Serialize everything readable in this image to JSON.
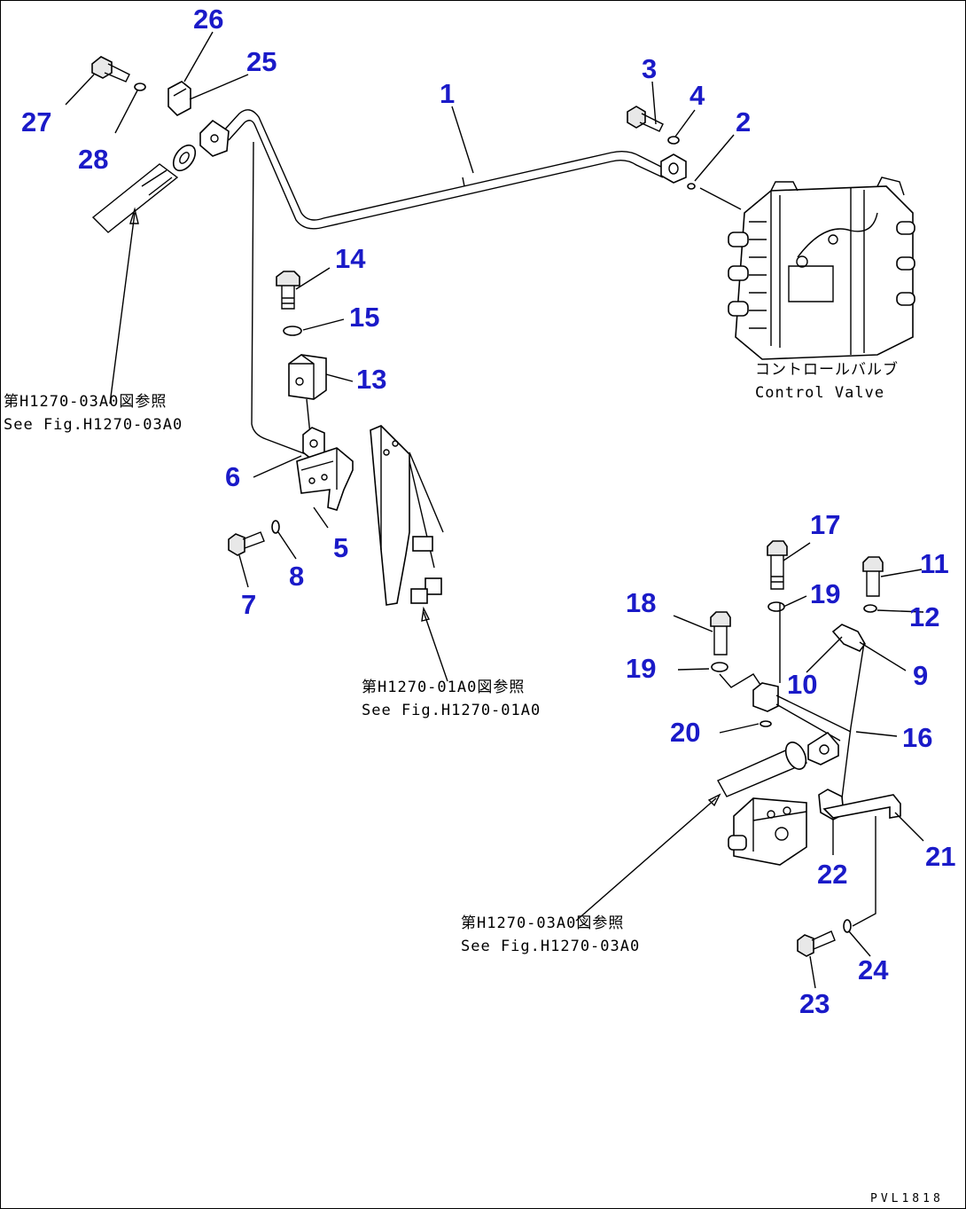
{
  "callouts": [
    {
      "id": "1",
      "label": "1"
    },
    {
      "id": "2",
      "label": "2"
    },
    {
      "id": "3",
      "label": "3"
    },
    {
      "id": "4",
      "label": "4"
    },
    {
      "id": "5",
      "label": "5"
    },
    {
      "id": "6",
      "label": "6"
    },
    {
      "id": "7",
      "label": "7"
    },
    {
      "id": "8",
      "label": "8"
    },
    {
      "id": "9",
      "label": "9"
    },
    {
      "id": "10",
      "label": "10"
    },
    {
      "id": "11",
      "label": "11"
    },
    {
      "id": "12",
      "label": "12"
    },
    {
      "id": "13",
      "label": "13"
    },
    {
      "id": "14",
      "label": "14"
    },
    {
      "id": "15",
      "label": "15"
    },
    {
      "id": "16",
      "label": "16"
    },
    {
      "id": "17",
      "label": "17"
    },
    {
      "id": "18",
      "label": "18"
    },
    {
      "id": "19a",
      "label": "19"
    },
    {
      "id": "19b",
      "label": "19"
    },
    {
      "id": "20",
      "label": "20"
    },
    {
      "id": "21",
      "label": "21"
    },
    {
      "id": "22",
      "label": "22"
    },
    {
      "id": "23",
      "label": "23"
    },
    {
      "id": "24",
      "label": "24"
    },
    {
      "id": "25",
      "label": "25"
    },
    {
      "id": "26",
      "label": "26"
    },
    {
      "id": "27",
      "label": "27"
    },
    {
      "id": "28",
      "label": "28"
    }
  ],
  "notes": {
    "control_valve_jp": "コントロールバルブ",
    "control_valve_en": "Control Valve",
    "ref_left_jp": "第H1270-03A0図参照",
    "ref_left_en": "See Fig.H1270-03A0",
    "ref_mid_jp": "第H1270-01A0図参照",
    "ref_mid_en": "See Fig.H1270-01A0",
    "ref_bottom_jp": "第H1270-03A0図参照",
    "ref_bottom_en": "See Fig.H1270-03A0"
  },
  "figure_code": "PVL1818"
}
